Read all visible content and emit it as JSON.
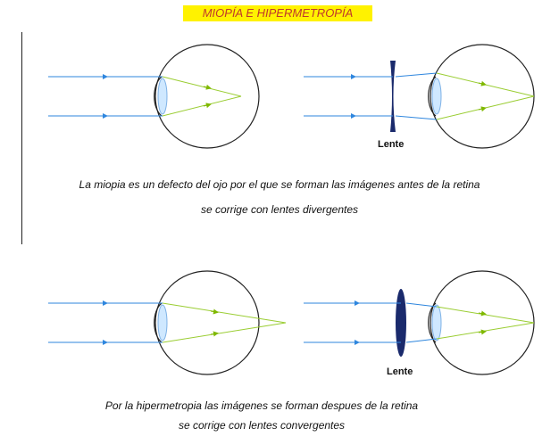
{
  "title": "MIOPÍA E HIPERMETROPÍA",
  "myopia": {
    "caption_line1": "La miopia es un defecto del ojo por el que se forman las imágenes antes de la retina",
    "caption_line2": "se corrige con lentes divergentes",
    "lens_label": "Lente"
  },
  "hyperopia": {
    "caption_line1": "Por la hipermetropia las imágenes se forman despues de la retina",
    "caption_line2": "se corrige con lentes convergentes",
    "lens_label": "Lente"
  },
  "colors": {
    "title_bg": "#fff200",
    "title_text": "#c0392b",
    "ray_blue": "#2e86de",
    "ray_green": "#9acd32",
    "lens_dark": "#1a2a6c",
    "eye_lens_fill": "#cfe8ff"
  }
}
